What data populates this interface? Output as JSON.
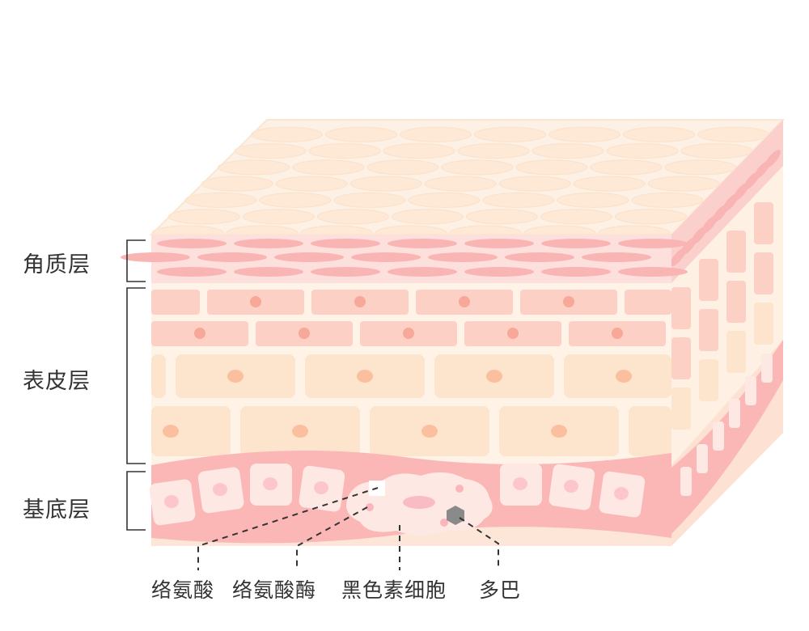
{
  "layers": [
    {
      "label": "角质层"
    },
    {
      "label": "表皮层"
    },
    {
      "label": "基底层"
    }
  ],
  "callouts": [
    {
      "label": "络氨酸"
    },
    {
      "label": "络氨酸酶"
    },
    {
      "label": "黑色素细胞"
    },
    {
      "label": "多巴"
    }
  ],
  "colors": {
    "top_surface": "#fdf0e4",
    "corneum_cell": "#f9b4b4",
    "spinous_cell": "#fdd0c6",
    "granular_cell": "#fde4cc",
    "basal_band": "#fbb6b6",
    "melanin": "#8a8a8a"
  }
}
